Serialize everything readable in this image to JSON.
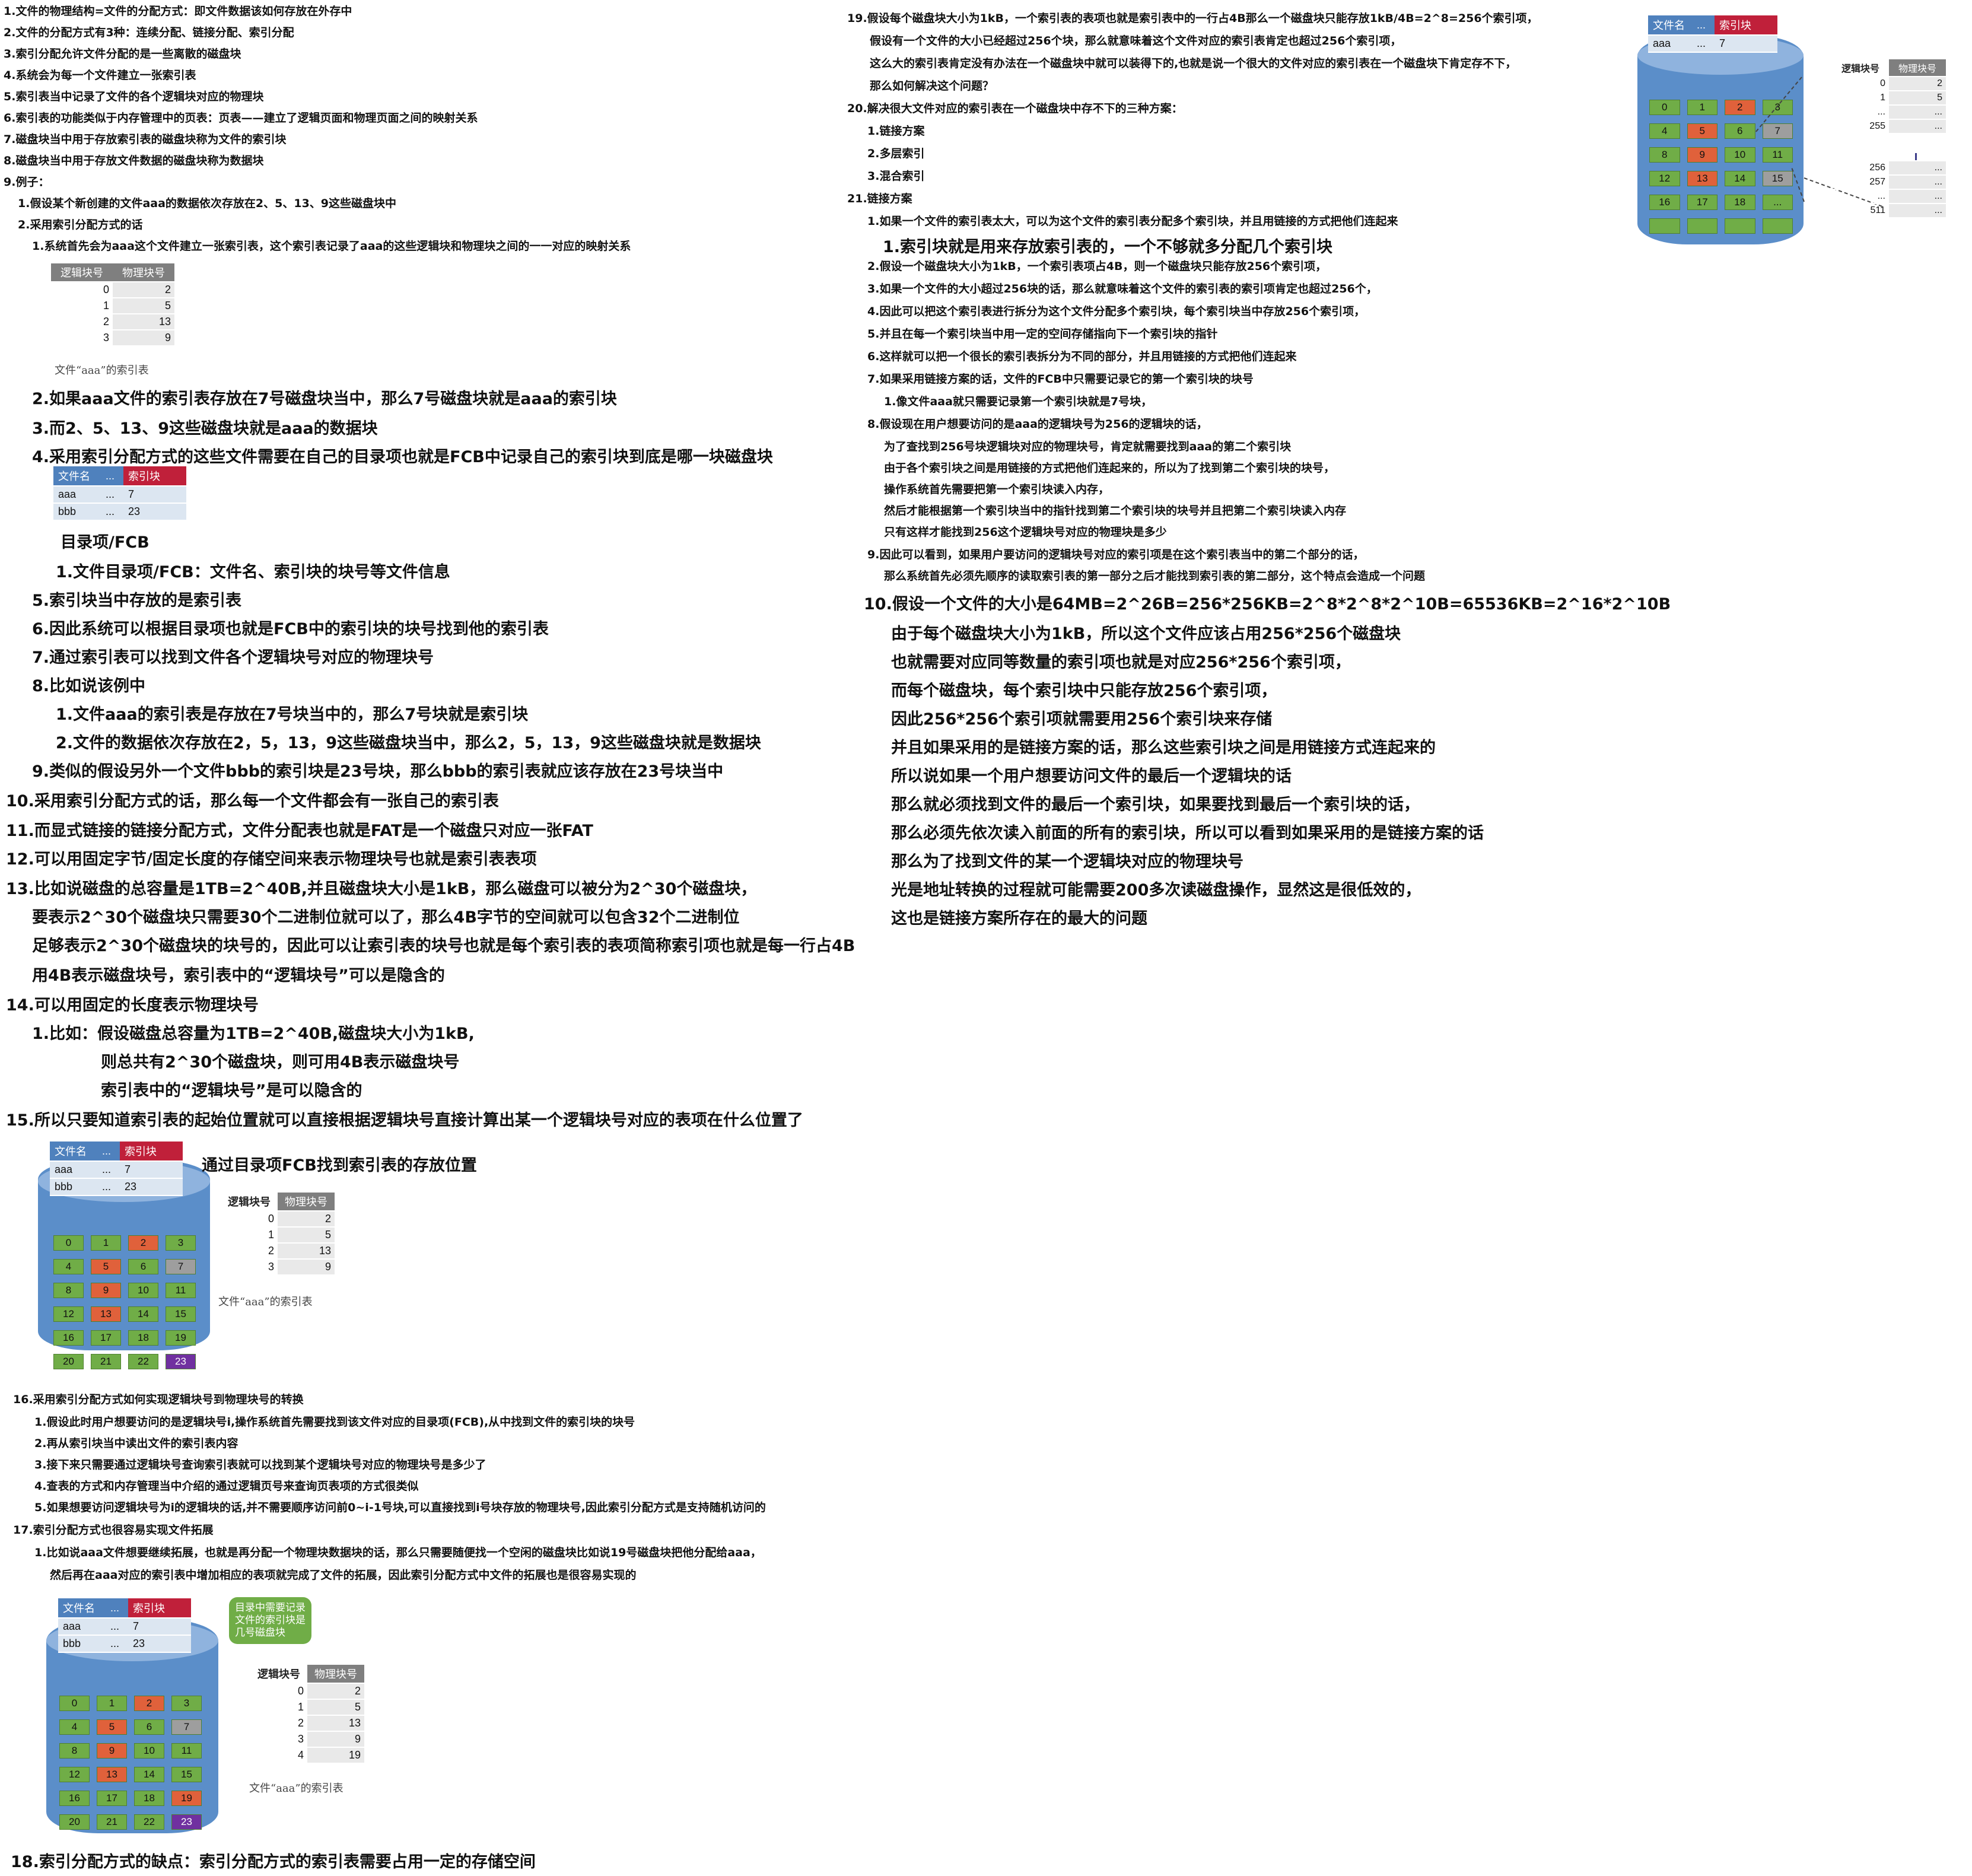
{
  "left_lines": [
    "1.文件的物理结构=文件的分配方式：即文件数据该如何存放在外存中",
    "2.文件的分配方式有3种：连续分配、链接分配、索引分配",
    "3.索引分配允许文件分配的是一些离散的磁盘块",
    "4.系统会为每一个文件建立一张索引表",
    "5.索引表当中记录了文件的各个逻辑块对应的物理块",
    "6.索引表的功能类似于内存管理中的页表：页表——建立了逻辑页面和物理页面之间的映射关系",
    "7.磁盘块当中用于存放索引表的磁盘块称为文件的索引块",
    "8.磁盘块当中用于存放文件数据的磁盘块称为数据块",
    "9.例子：",
    "1.假设某个新创建的文件aaa的数据依次存放在2、5、13、9这些磁盘块中",
    "2.采用索引分配方式的话",
    "1.系统首先会为aaa这个文件建立一张索引表，这个索引表记录了aaa的这些逻辑块和物理块之间的一一对应的映射关系"
  ],
  "mid_lines": [
    "2.如果aaa文件的索引表存放在7号磁盘块当中，那么7号磁盘块就是aaa的索引块",
    "3.而2、5、13、9这些磁盘块就是aaa的数据块",
    "4.采用索引分配方式的这些文件需要在自己的目录项也就是FCB中记录自己的索引块到底是哪一块磁盘块"
  ],
  "fcb_lines": [
    "目录项/FCB",
    "1.文件目录项/FCB：文件名、索引块的块号等文件信息",
    "5.索引块当中存放的是索引表",
    "6.因此系统可以根据目录项也就是FCB中的索引块的块号找到他的索引表",
    "7.通过索引表可以找到文件各个逻辑块号对应的物理块号",
    "8.比如说该例中",
    "1.文件aaa的索引表是存放在7号块当中的，那么7号块就是索引块",
    "2.文件的数据依次存放在2，5，13，9这些磁盘块当中，那么2，5，13，9这些磁盘块就是数据块",
    "9.类似的假设另外一个文件bbb的索引块是23号块，那么bbb的索引表就应该存放在23号块当中",
    "10.采用索引分配方式的话，那么每一个文件都会有一张自己的索引表",
    "11.而显式链接的链接分配方式，文件分配表也就是FAT是一个磁盘只对应一张FAT",
    "12.可以用固定字节/固定长度的存储空间来表示物理块号也就是索引表表项",
    "13.比如说磁盘的总容量是1TB=2^40B,并且磁盘块大小是1kB，那么磁盘可以被分为2^30个磁盘块，",
    "要表示2^30个磁盘块只需要30个二进制位就可以了，那么4B字节的空间就可以包含32个二进制位",
    "足够表示2^30个磁盘块的块号的，因此可以让索引表的块号也就是每个索引表的表项简称索引项也就是每一行占4B",
    "用4B表示磁盘块号，索引表中的“逻辑块号”可以是隐含的",
    "14.可以用固定的长度表示物理块号",
    "1.比如：假设磁盘总容量为1TB=2^40B,磁盘块大小为1kB,",
    "则总共有2^30个磁盘块，则可用4B表示磁盘块号",
    "索引表中的“逻辑块号”是可以隐含的",
    "15.所以只要知道索引表的起始位置就可以直接根据逻辑块号直接计算出某一个逻辑块号对应的表项在什么位置了"
  ],
  "diagram1_caption": "通过目录项FCB找到索引表的存放位置",
  "lower_lines": [
    "16.采用索引分配方式如何实现逻辑块号到物理块号的转换",
    "1.假设此时用户想要访问的是逻辑块号i,操作系统首先需要找到该文件对应的目录项(FCB),从中找到文件的索引块的块号",
    "2.再从索引块当中读出文件的索引表内容",
    "3.接下来只需要通过逻辑块号查询索引表就可以找到某个逻辑块号对应的物理块号是多少了",
    "4.查表的方式和内存管理当中介绍的通过逻辑页号来查询页表项的方式很类似",
    "5.如果想要访问逻辑块号为i的逻辑块的话,并不需要顺序访问前0~i-1号块,可以直接找到i号块存放的物理块号,因此索引分配方式是支持随机访问的",
    "17.索引分配方式也很容易实现文件拓展",
    "1.比如说aaa文件想要继续拓展，也就是再分配一个物理块数据块的话，那么只需要随便找一个空闲的磁盘块比如说19号磁盘块把他分配给aaa，",
    "然后再在aaa对应的索引表中增加相应的表项就完成了文件的拓展，因此索引分配方式中文件的拓展也是很容易实现的"
  ],
  "bubble_text": "目录中需要记录\n文件的索引块是\n几号磁盘块",
  "last_line": "18.索引分配方式的缺点：索引分配方式的索引表需要占用一定的存储空间",
  "right_small_lines": [
    "19.假设每个磁盘块大小为1kB，一个索引表的表项也就是索引表中的一行占4B那么一个磁盘块只能存放1kB/4B=2^8=256个索引项，",
    "假设有一个文件的大小已经超过256个块，那么就意味着这个文件对应的索引表肯定也超过256个索引项，",
    "这么大的索引表肯定没有办法在一个磁盘块中就可以装得下的,也就是说一个很大的文件对应的索引表在一个磁盘块下肯定存不下，",
    "那么如何解决这个问题？",
    "20.解决很大文件对应的索引表在一个磁盘块中存不下的三种方案：",
    "1.链接方案",
    "2.多层索引",
    "3.混合索引",
    "21.链接方案",
    "1.如果一个文件的索引表太大，可以为这个文件的索引表分配多个索引块，并且用链接的方式把他们连起来"
  ],
  "right_mid_line": "1.索引块就是用来存放索引表的，一个不够就多分配几个索引块",
  "right_small_lines2": [
    "2.假设一个磁盘块大小为1kB，一个索引表项占4B，则一个磁盘块只能存放256个索引项，",
    "3.如果一个文件的大小超过256块的话，那么就意味着这个文件的索引表的索引项肯定也超过256个，",
    "4.因此可以把这个索引表进行拆分为这个文件分配多个索引块，每个索引块当中存放256个索引项，",
    "5.并且在每一个索引块当中用一定的空间存储指向下一个索引块的指针",
    "6.这样就可以把一个很长的索引表拆分为不同的部分，并且用链接的方式把他们连起来",
    "7.如果采用链接方案的话，文件的FCB中只需要记录它的第一个索引块的块号",
    "1.像文件aaa就只需要记录第一个索引块就是7号块，",
    "8.假设现在用户想要访问的是aaa的逻辑块号为256的逻辑块的话，",
    "为了查找到256号块逻辑块对应的物理块号，肯定就需要找到aaa的第二个索引块",
    "由于各个索引块之间是用链接的方式把他们连起来的，所以为了找到第二个索引块的块号，",
    "操作系统首先需要把第一个索引块读入内存，",
    "然后才能根据第一个索引块当中的指针找到第二个索引块的块号并且把第二个索引块读入内存",
    "只有这样才能找到256这个逻辑块号对应的物理块是多少",
    "9.因此可以看到，如果用户要访问的逻辑块号对应的索引项是在这个索引表当中的第二个部分的话，",
    "那么系统首先必须先顺序的读取索引表的第一部分之后才能找到索引表的第二部分，这个特点会造成一个问题"
  ],
  "right_large_lines": [
    "10.假设一个文件的大小是64MB=2^26B=256*256KB=2^8*2^8*2^10B=65536KB=2^16*2^10B",
    "由于每个磁盘块大小为1kB，所以这个文件应该占用256*256个磁盘块",
    "也就需要对应同等数量的索引项也就是对应256*256个索引项，",
    "而每个磁盘块，每个索引块中只能存放256个索引项，",
    "因此256*256个索引项就需要用256个索引块来存储",
    "并且如果采用的是链接方案的话，那么这些索引块之间是用链接方式连起来的",
    "所以说如果一个用户想要访问文件的最后一个逻辑块的话",
    "那么就必须找到文件的最后一个索引块，如果要找到最后一个索引块的话，",
    "那么必须先依次读入前面的所有的索引块，所以可以看到如果采用的是链接方案的话",
    "那么为了找到文件的某一个逻辑块对应的物理块号",
    "光是地址转换的过程就可能需要200多次读磁盘操作，显然这是很低效的，",
    "这也是链接方案所存在的最大的问题"
  ],
  "index_table_aaa": {
    "headers": [
      "逻辑块号",
      "物理块号"
    ],
    "rows": [
      [
        "0",
        "2"
      ],
      [
        "1",
        "5"
      ],
      [
        "2",
        "13"
      ],
      [
        "3",
        "9"
      ]
    ],
    "caption": "文件“aaa”的索引表"
  },
  "index_table_aaa_ext": {
    "headers": [
      "逻辑块号",
      "物理块号"
    ],
    "rows": [
      [
        "0",
        "2"
      ],
      [
        "1",
        "5"
      ],
      [
        "2",
        "13"
      ],
      [
        "3",
        "9"
      ],
      [
        "4",
        "19"
      ]
    ],
    "caption": "文件“aaa”的索引表"
  },
  "dir_table": {
    "headers": [
      "文件名",
      "...",
      "索引块"
    ],
    "rows": [
      [
        "aaa",
        "...",
        "7"
      ],
      [
        "bbb",
        "...",
        "23"
      ]
    ]
  },
  "dir_table_one": {
    "headers": [
      "文件名",
      "...",
      "索引块"
    ],
    "rows": [
      [
        "aaa",
        "...",
        "7"
      ]
    ]
  },
  "chain_table": {
    "headers": [
      "逻辑块号",
      "物理块号"
    ],
    "rows": [
      [
        "0",
        "2"
      ],
      [
        "1",
        "5"
      ],
      [
        "...",
        "..."
      ],
      [
        "255",
        "..."
      ],
      [
        "256",
        "..."
      ],
      [
        "257",
        "..."
      ],
      [
        "...",
        "..."
      ],
      [
        "511",
        "..."
      ]
    ]
  },
  "disk_blocks": [
    "0",
    "1",
    "2",
    "3",
    "4",
    "5",
    "6",
    "7",
    "8",
    "9",
    "10",
    "11",
    "12",
    "13",
    "14",
    "15",
    "16",
    "17",
    "18",
    "19",
    "20",
    "21",
    "22",
    "23"
  ],
  "disk_blocks_right": [
    "0",
    "1",
    "2",
    "3",
    "4",
    "5",
    "6",
    "7",
    "8",
    "9",
    "10",
    "11",
    "12",
    "13",
    "14",
    "15",
    "16",
    "17",
    "18",
    "...",
    "",
    "",
    "",
    ""
  ]
}
